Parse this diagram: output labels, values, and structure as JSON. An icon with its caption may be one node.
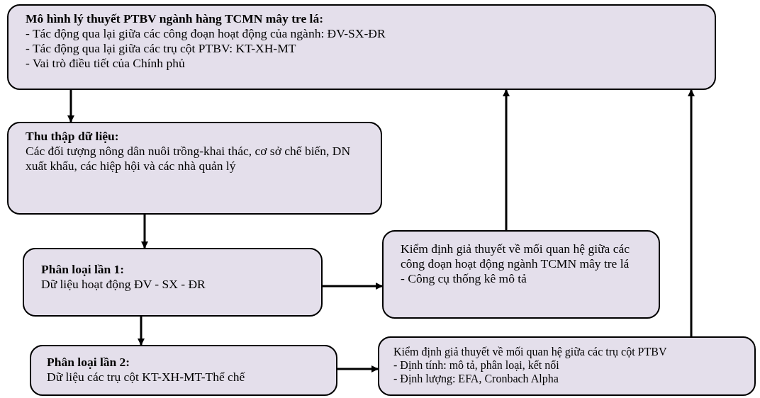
{
  "diagram": {
    "nodes": [
      {
        "text": [
          "Mô hình lý thuyết PTBV ngành hàng TCMN mây tre lá:",
          "- Tác động qua lại giữa các công đoạn hoạt động của ngành: ĐV-SX-ĐR",
          "- Tác động qua lại giữa các trụ cột PTBV: KT-XH-MT",
          "- Vai trò điều tiết của Chính phủ"
        ]
      },
      {
        "text": [
          "Thu thập dữ liệu:",
          "Các đối tượng nông dân nuôi trồng-khai thác, cơ sở chế biến, DN xuất khẩu, các hiệp hội và các nhà quản lý"
        ]
      },
      {
        "text": [
          "Phân loại lần 1:",
          "Dữ liệu hoạt động ĐV - SX - ĐR"
        ]
      },
      {
        "text": [
          "Phân loại lần 2:",
          "Dữ liệu các trụ cột KT-XH-MT-Thể chế"
        ]
      },
      {
        "text": [
          "Kiểm định giả thuyết về mối quan hệ giữa các công đoạn hoạt động ngành TCMN mây tre lá",
          "- Công cụ thống kê mô tả"
        ]
      },
      {
        "text": [
          "Kiểm định giả thuyết về mối quan hệ giữa các trụ cột PTBV",
          "- Định tính: mô tả, phân loại, kết nối",
          "- Định lượng: EFA, Cronbach Alpha"
        ]
      }
    ],
    "edges": [
      {
        "from": 0,
        "to": 1,
        "arrow": "to"
      },
      {
        "from": 1,
        "to": 2,
        "arrow": "to"
      },
      {
        "from": 2,
        "to": 3,
        "arrow": "to"
      },
      {
        "from": 2,
        "to": 4,
        "arrow": "to"
      },
      {
        "from": 3,
        "to": 5,
        "arrow": "to"
      },
      {
        "from": 4,
        "to": 0,
        "arrow": "to"
      },
      {
        "from": 5,
        "to": 0,
        "arrow": "to"
      }
    ]
  }
}
